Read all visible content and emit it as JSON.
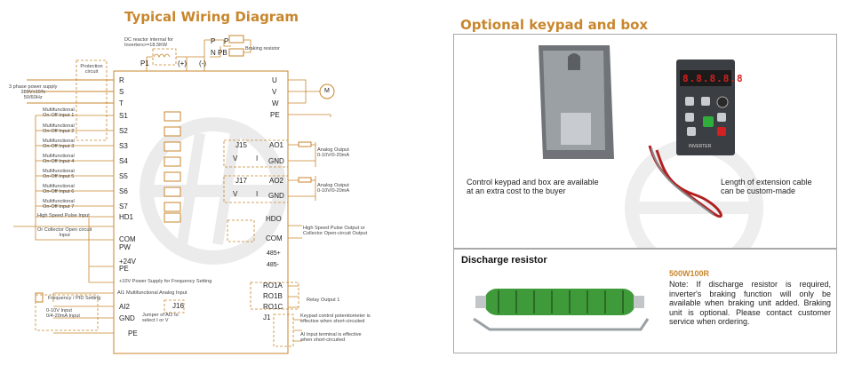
{
  "left": {
    "title": "Typical Wiring Diagram",
    "dc_reactor": [
      "DC reactor internal for",
      "Inverters>=18.5KW"
    ],
    "braking_resistor": "Braking resistor",
    "p_top": [
      "P",
      "P"
    ],
    "n_pb": "N PB",
    "p1": "P1",
    "plus": "(+)",
    "minus": "(-)",
    "protection": [
      "Protection",
      "circuit"
    ],
    "power_supply": [
      "3 phase power supply",
      "380V±15%",
      "50/60Hz"
    ],
    "inputs_left": [
      "R",
      "S",
      "T"
    ],
    "outputs_right": [
      "U",
      "V",
      "W",
      "PE"
    ],
    "motor": "M",
    "s_terms": [
      "S1",
      "S2",
      "S3",
      "S4",
      "S5",
      "S6",
      "S7"
    ],
    "mf_labels": [
      [
        "Multifunctional",
        "On-Off Input 1"
      ],
      [
        "Multifunctional",
        "On-Off Input 2"
      ],
      [
        "Multifunctional",
        "On-Off Input 3"
      ],
      [
        "Multifunctional",
        "On-Off Input 4"
      ],
      [
        "Multifunctional",
        "On-Off Input 5"
      ],
      [
        "Multifunctional",
        "On-Off Input 6"
      ],
      [
        "Multifunctional",
        "On-Off Input 7"
      ]
    ],
    "hd1": "HD1",
    "hs_pulse": "High Speed Pulse Input",
    "collector_in": [
      "Or Collector Open circuit",
      "Input"
    ],
    "com": "COM",
    "pw": "PW",
    "p24": "+24V",
    "pe": "PE",
    "j15": "J15",
    "j17": "J17",
    "v": "V",
    "i": "I",
    "ao1": "AO1",
    "ao2": "AO2",
    "gnd": "GND",
    "analog_out": [
      "Analog Output",
      "0-10V/0-20mA"
    ],
    "hdo": "HDO",
    "hdo_label": [
      "High Speed Pulse Output or",
      "Collector Open-circuit Output"
    ],
    "com2": "COM",
    "r485p": "485+",
    "r485m": "485-",
    "p10v": "+10V Power Supply for Frequency Setting",
    "ai1": "AI1 Multifunctional Analog Input",
    "freq_pid": "Frequency / PID Setting",
    "ai2": "AI2",
    "gnd2": "GND",
    "ai2_input": [
      "0-10V Input",
      "0/4-20mA Input"
    ],
    "jumper": [
      "Jumper of AI2 to",
      "select I or V"
    ],
    "j16": "J16",
    "pe2": "PE",
    "ro1a": "RO1A",
    "ro1b": "RO1B",
    "ro1c": "RO1C",
    "relay": "Relay Output 1",
    "j1": "J1",
    "keypad_pot": [
      "Keypad control potentiometer is",
      "effective when short-circuited"
    ],
    "ai1_terminal": [
      "AI Input terminal is effective",
      "when short-circuited"
    ]
  },
  "right": {
    "title": "Optional keypad and box",
    "keypad_caption": [
      "Control keypad and box are available",
      "at an extra cost to the buyer"
    ],
    "cable_caption": [
      "Length of extension cable",
      "can be custom-made"
    ],
    "keypad_display": "8.8.8.8.8",
    "keypad_brand": "INVERTER",
    "discharge_title": "Discharge resistor",
    "resistor_model": "500W100R",
    "resistor_note": "Note: If discharge resistor is required, inverter's braking function will only be available when braking unit added. Braking unit is optional. Please contact customer service when ordering."
  },
  "colors": {
    "accent": "#c8862d",
    "border": "#a8a8a8",
    "display": "#d81f1f",
    "resistor": "#3f9a3a"
  }
}
